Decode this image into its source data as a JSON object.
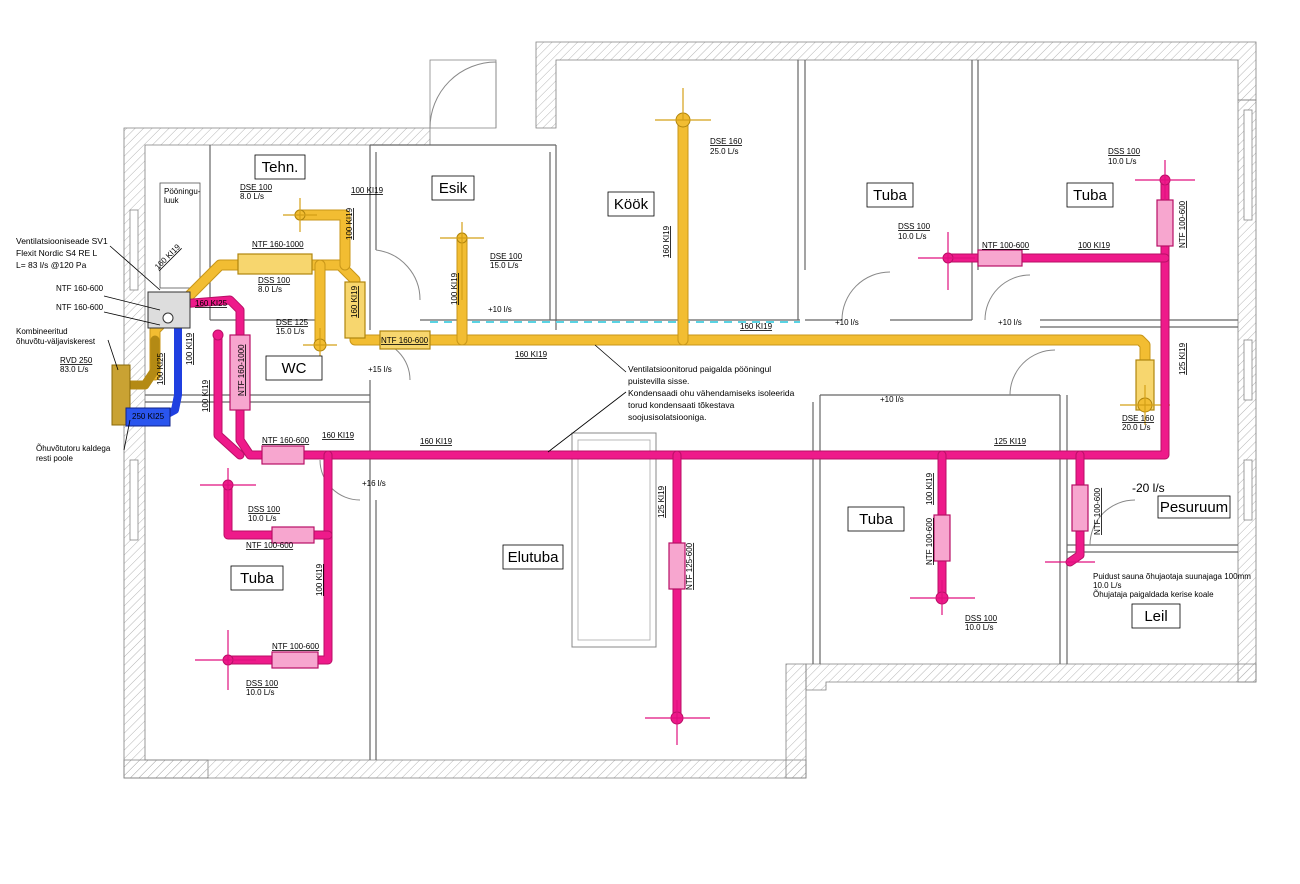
{
  "rooms": {
    "tehn": "Tehn.",
    "esik": "Esik",
    "kook": "Köök",
    "tuba_ne1": "Tuba",
    "tuba_ne2": "Tuba",
    "wc": "WC",
    "tuba_sw": "Tuba",
    "elutuba": "Elutuba",
    "tuba_se": "Tuba",
    "pesuruum": "Pesuruum",
    "leil": "Leil",
    "pooningu_luuk_1": "Pööningu-",
    "pooningu_luuk_2": "luuk"
  },
  "unit": {
    "line1": "Ventilatsiooniseade SV1",
    "line2": "Flexit Nordic S4 RE L",
    "line3": "L= 83 l/s @120 Pa",
    "ntf1": "NTF 160-600",
    "ntf2": "NTF 160-600",
    "kombi1": "Kombineeritud",
    "kombi2": "õhuvõtu-väljaviskerest",
    "rvd_name": "RVD 250",
    "rvd_flow": "83.0 L/s",
    "intake1": "Õhuvõtutoru kaldega",
    "intake2": "resti poole",
    "k250": "250 KI25"
  },
  "terminals": {
    "dse100_tehn_name": "DSE 100",
    "dse100_tehn_flow": "8.0 L/s",
    "dse100_esik_name": "DSE 100",
    "dse100_esik_flow": "15.0 L/s",
    "dse160_kook_name": "DSE 160",
    "dse160_kook_flow": "25.0 L/s",
    "dss100_tuba1_name": "DSS 100",
    "dss100_tuba1_flow": "10.0 L/s",
    "dss100_tuba2_name": "DSS 100",
    "dss100_tuba2_flow": "10.0 L/s",
    "dss100_wc_name": "DSS 100",
    "dss100_wc_flow": "8.0 L/s",
    "dse125_wc_name": "DSE 125",
    "dse125_wc_flow": "15.0 L/s",
    "dss100_sw1_name": "DSS 100",
    "dss100_sw1_flow": "10.0 L/s",
    "dss100_sw2_name": "DSS 100",
    "dss100_sw2_flow": "10.0 L/s",
    "dse160_se_name": "DSE 160",
    "dse160_se_flow": "20.0 L/s",
    "dss100_se_name": "DSS 100",
    "dss100_se_flow": "10.0 L/s"
  },
  "ducts": {
    "k160_unit": "160 KI19",
    "ntf160_1000_top": "NTF 160-1000",
    "k100_tehn": "100 KI19",
    "k100_tehn2": "100 KI19",
    "k100_esik": "100 KI19",
    "k160_kook": "160 KI19",
    "ntf160_600_mid": "NTF 160-600",
    "k160_main1": "160 KI19",
    "k160_main2": "160 KI19",
    "k125_right": "125 KI19",
    "k160_wc": "160 KI19",
    "k160_ex1": "160 KI25",
    "k100_ex": "100 KI25",
    "ntf160_1000_ex": "NTF 160-1000",
    "k100_ex2": "100 KI19",
    "k100_ex3": "100 KI19",
    "ntf160_600_ex": "NTF 160-600",
    "k160_ex2": "160 KI19",
    "k160_ex3": "160 KI19",
    "k125_ex": "125 KI19",
    "ntf100_600_sw1": "NTF 100-600",
    "ntf100_600_sw2": "NTF 100-600",
    "k100_sw": "100 KI19",
    "k125_elutuba": "125 KI19",
    "ntf125_600": "NTF 125-600",
    "k100_se": "100 KI19",
    "ntf100_600_se": "NTF 100-600",
    "ntf100_600_ne": "NTF 100-600",
    "k100_ne": "100 KI19",
    "ntf100_600_ne2": "NTF 100-600",
    "ntf100_600_pes": "NTF 100-600"
  },
  "notes": {
    "n1": "Ventilatsioonitorud paigalda pööningul",
    "n2": "puistevilla sisse.",
    "n3": "Kondensaadi ohu vähendamiseks isoleerida",
    "n4": "torud kondensaati tõkestava",
    "n5": "soojusisolatsiooniga.",
    "sauna1": "Puidust sauna õhujaotaja suunajaga 100mm",
    "sauna2": "10.0 L/s",
    "sauna3": "Õhujataja paigaldada kerise koale",
    "minus20": "-20 l/s",
    "plus10_a": "+10 l/s",
    "plus10_b": "+10 l/s",
    "plus10_c": "+10 l/s",
    "plus10_d": "+10 l/s",
    "plus15": "+15 l/s",
    "plus16": "+16 l/s"
  },
  "colors": {
    "supply": "#f2bd32",
    "exhaust": "#ee1a8a",
    "outdoor": "#1f3fe0",
    "combined": "#b48a14"
  }
}
